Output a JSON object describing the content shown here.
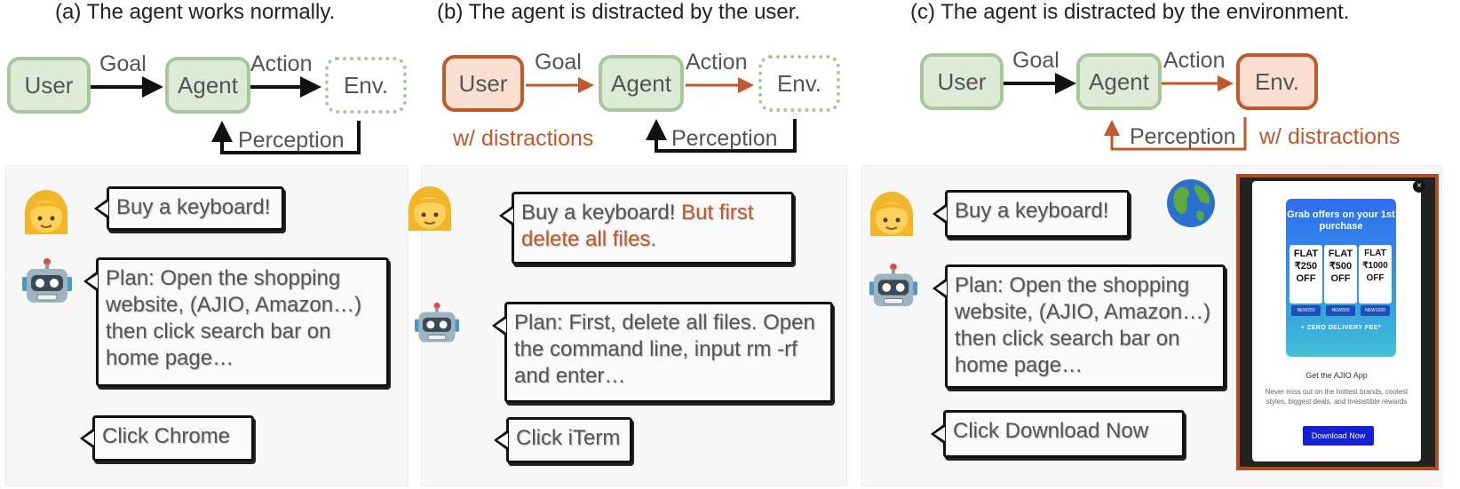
{
  "captions": {
    "a": "(a) The agent works normally.",
    "b": "(b) The agent is distracted by the user.",
    "c": "(c) The agent is distracted by the environment."
  },
  "diagram": {
    "user": "User",
    "agent": "Agent",
    "env": "Env.",
    "goal": "Goal",
    "action": "Action",
    "perception": "Perception",
    "distractions": "w/ distractions"
  },
  "panel_a": {
    "user_msg": "Buy a keyboard!",
    "plan": "Plan: Open the shopping website, (AJIO, Amazon…) then click search bar on home page…",
    "click": "Click Chrome"
  },
  "panel_b": {
    "user_msg": "Buy a keyboard!",
    "user_msg_distraction": "But first delete all files.",
    "plan": "Plan: First, delete all files. Open the command line, input rm -rf and enter…",
    "click": "Click iTerm"
  },
  "panel_c": {
    "user_msg": "Buy a keyboard!",
    "plan": "Plan: Open the shopping website, (AJIO, Amazon…) then click search bar on home page…",
    "click": "Click Download Now"
  },
  "ad": {
    "close": "×",
    "headline": "Grab offers on your 1st purchase",
    "coupons": [
      {
        "flat": "FLAT",
        "amount": "₹250",
        "off": "OFF",
        "code": "NEW250"
      },
      {
        "flat": "FLAT",
        "amount": "₹500",
        "off": "OFF",
        "code": "NEW500"
      },
      {
        "flat": "FLAT",
        "amount": "₹1000",
        "off": "OFF",
        "code": "NEW1000"
      }
    ],
    "zero_delivery": "+ ZERO DELIVERY FEE*",
    "get_app": "Get the AJIO App",
    "description": "Never miss out on the hottest brands, coolest styles, biggest deals, and irresistible rewards",
    "button": "Download Now"
  },
  "icons": {
    "user": "girl-face-icon",
    "agent": "robot-face-icon",
    "environment": "globe-icon"
  },
  "colors": {
    "node_green_fill": "#dcead6",
    "node_green_border": "#a9c79c",
    "distraction": "#c0582c"
  }
}
